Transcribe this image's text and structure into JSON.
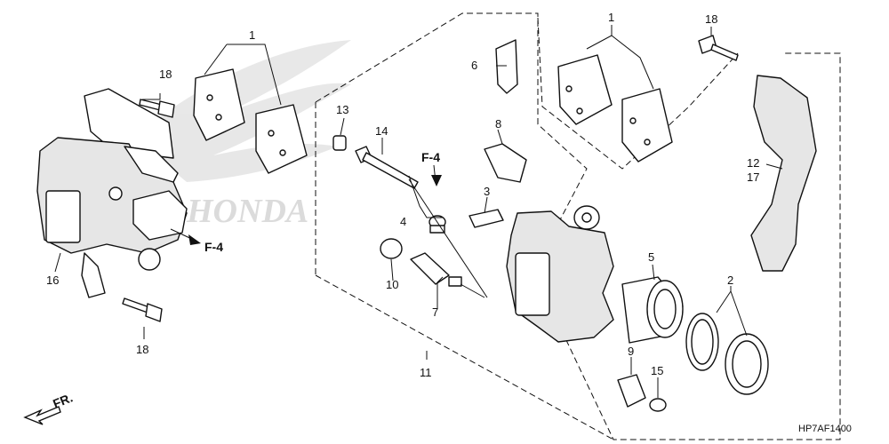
{
  "diagram_code": "HP7AF1400",
  "front_marker": "FR.",
  "watermark": "HONDA",
  "ref_marks": [
    "F-4",
    "F-4"
  ],
  "callouts": [
    {
      "id": "c1a",
      "text": "1"
    },
    {
      "id": "c18a",
      "text": "18"
    },
    {
      "id": "c16",
      "text": "16"
    },
    {
      "id": "c18b",
      "text": "18"
    },
    {
      "id": "c13",
      "text": "13"
    },
    {
      "id": "c14",
      "text": "14"
    },
    {
      "id": "c4",
      "text": "4"
    },
    {
      "id": "c10",
      "text": "10"
    },
    {
      "id": "c7",
      "text": "7"
    },
    {
      "id": "c11",
      "text": "11"
    },
    {
      "id": "c6",
      "text": "6"
    },
    {
      "id": "c8",
      "text": "8"
    },
    {
      "id": "c3",
      "text": "3"
    },
    {
      "id": "c1b",
      "text": "1"
    },
    {
      "id": "c18c",
      "text": "18"
    },
    {
      "id": "c12",
      "text": "12"
    },
    {
      "id": "c17",
      "text": "17"
    },
    {
      "id": "c5",
      "text": "5"
    },
    {
      "id": "c2",
      "text": "2"
    },
    {
      "id": "c9",
      "text": "9"
    },
    {
      "id": "c15",
      "text": "15"
    }
  ]
}
